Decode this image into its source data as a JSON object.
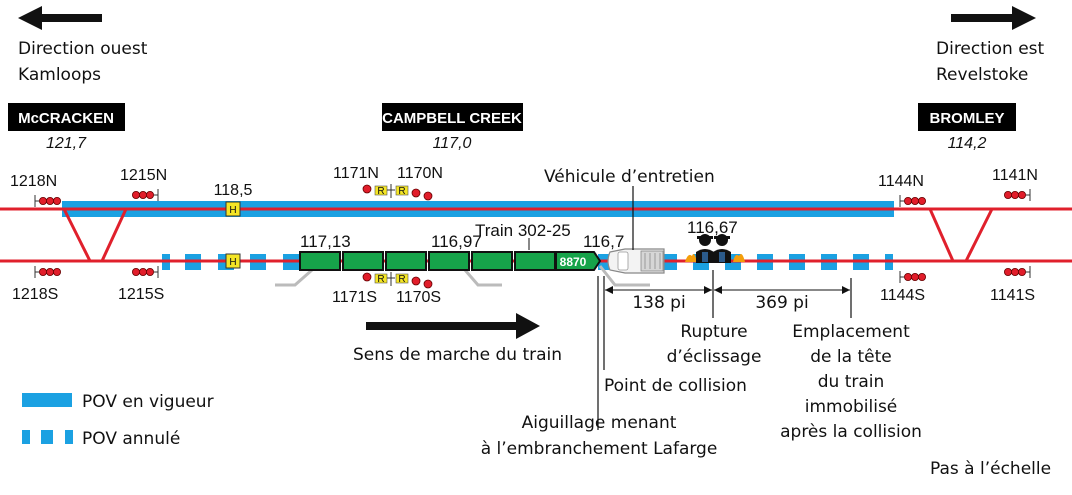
{
  "directions": {
    "west": {
      "line1": "Direction ouest",
      "line2": "Kamloops"
    },
    "east": {
      "line1": "Direction est",
      "line2": "Revelstoke"
    }
  },
  "stations": [
    {
      "name": "McCRACKEN",
      "mile": "121,7"
    },
    {
      "name": "CAMPBELL CREEK",
      "mile": "117,0"
    },
    {
      "name": "BROMLEY",
      "mile": "114,2"
    }
  ],
  "signals": {
    "north": [
      "1218N",
      "1215N",
      "1171N",
      "1170N",
      "1144N",
      "1141N"
    ],
    "south": [
      "1218S",
      "1215S",
      "1171S",
      "1170S",
      "1144S",
      "1141S"
    ]
  },
  "mileposts": {
    "hotbox": "118,5",
    "train_rear": "117,13",
    "mid": "116,97",
    "switch": "116,7",
    "joint": "116,67"
  },
  "hotbox_label": "H",
  "stop_sign_label": "R",
  "train": {
    "label": "Train 302-25",
    "locomotive": "8870"
  },
  "vehicle_label": "Véhicule d’entretien",
  "direction_of_travel": "Sens de marche du train",
  "distances": {
    "first": "138 pi",
    "second": "369 pi"
  },
  "annotations": {
    "rupture": [
      "Rupture",
      "d’éclissage"
    ],
    "emplacement": [
      "Emplacement",
      "de la tête",
      "du train",
      "immobilisé",
      "après la collision"
    ],
    "collision": "Point de collision",
    "aiguillage": [
      "Aiguillage menant",
      "à l’embranchement Lafarge"
    ]
  },
  "legend": {
    "active": "POV en vigueur",
    "cancelled": "POV annulé"
  },
  "scale_note": "Pas à l’échelle",
  "colors": {
    "track": "#e0202c",
    "pov": "#1ba1e2",
    "train": "#16a34a",
    "signal": "#e11d2a",
    "hotbox": "#f5e625"
  }
}
